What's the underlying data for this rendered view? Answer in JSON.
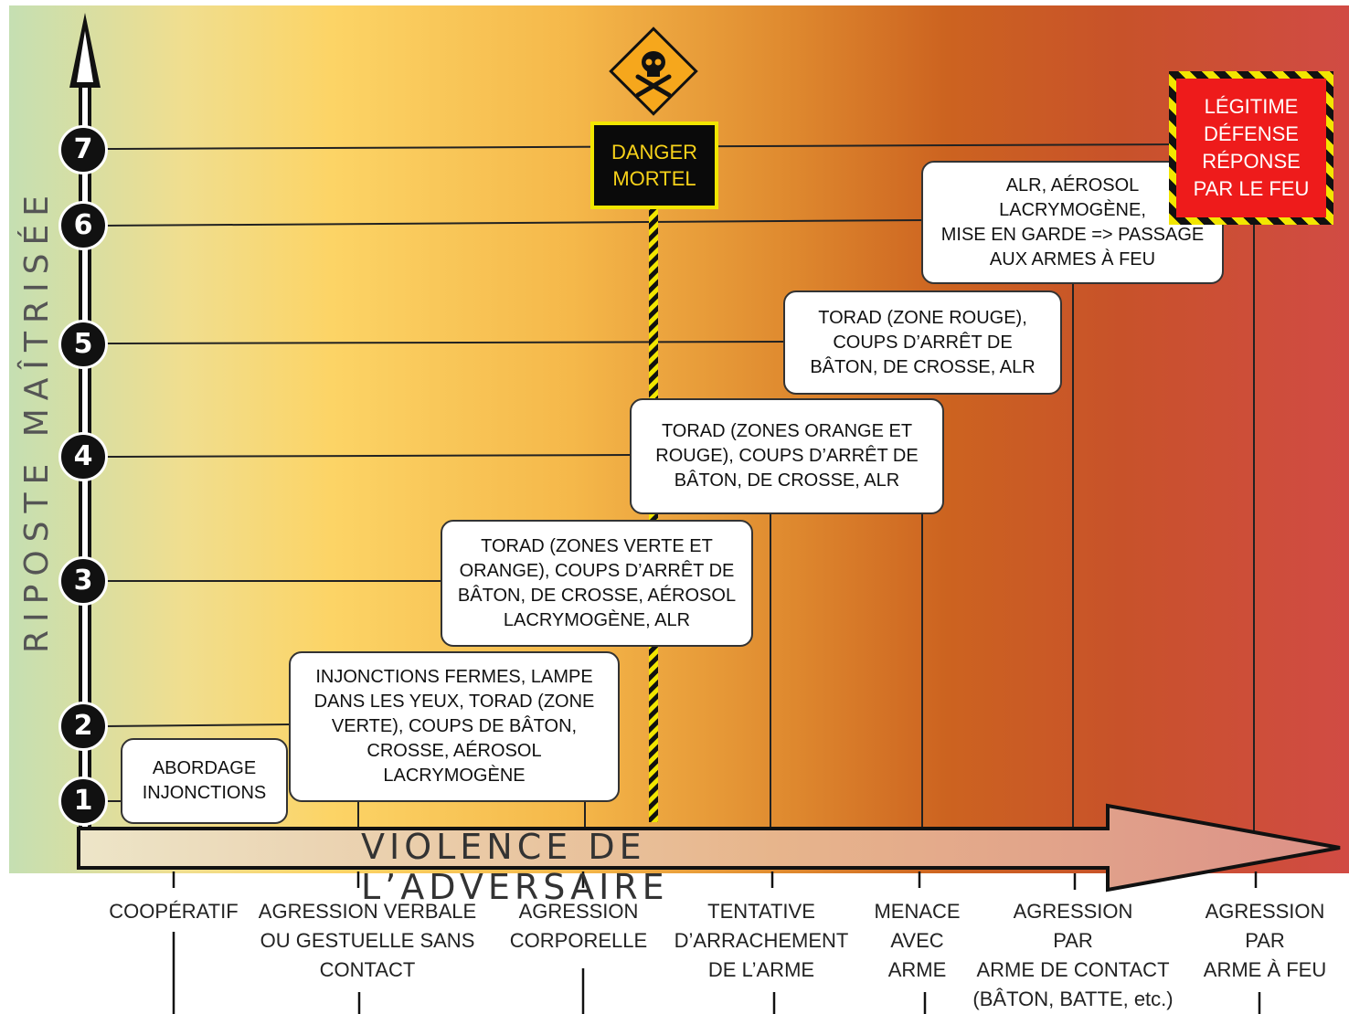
{
  "axes": {
    "y_label": "RIPOSTE MAÎTRISÉE",
    "x_label": "VIOLENCE DE L’ADVERSAIRE"
  },
  "levels": [
    "1",
    "2",
    "3",
    "4",
    "5",
    "6",
    "7"
  ],
  "responses": [
    {
      "level": "1",
      "text": "ABORDAGE\nINJONCTIONS"
    },
    {
      "level": "2",
      "text": "INJONCTIONS FERMES, LAMPE\nDANS LES YEUX, TORAD (ZONE\nVERTE), COUPS DE BÂTON,\nCROSSE, AÉROSOL\nLACRYMOGÈNE"
    },
    {
      "level": "3",
      "text": "TORAD (ZONES VERTE ET\nORANGE), COUPS D’ARRÊT DE\nBÂTON, DE CROSSE, AÉROSOL\nLACRYMOGÈNE, ALR"
    },
    {
      "level": "4",
      "text": "TORAD (ZONES ORANGE ET\nROUGE), COUPS D’ARRÊT DE\nBÂTON, DE CROSSE, ALR"
    },
    {
      "level": "5",
      "text": "TORAD (ZONE ROUGE),\nCOUPS D’ARRÊT DE\nBÂTON, DE CROSSE, ALR"
    },
    {
      "level": "6",
      "text": "ALR, AÉROSOL\nLACRYMOGÈNE,\nMISE EN GARDE => PASSAGE\nAUX ARMES À FEU"
    }
  ],
  "danger": {
    "text": "DANGER\nMORTEL",
    "icon": "skull-crossbones-icon"
  },
  "legitime": {
    "text": "LÉGITIME\nDÉFENSE\nRÉPONSE\nPAR LE FEU"
  },
  "categories": [
    "COOPÉRATIF",
    "AGRESSION VERBALE\nOU GESTUELLE SANS\nCONTACT",
    "AGRESSION\nCORPORELLE",
    "TENTATIVE\nD’ARRACHEMENT\nDE L’ARME",
    "MENACE\nAVEC\nARME",
    "AGRESSION\nPAR\nARME DE CONTACT\n(BÂTON, BATTE, etc.)",
    "AGRESSION\nPAR\nARME À FEU"
  ],
  "colors": {
    "green": "#c5dfb2",
    "yellow": "#fcd466",
    "orange": "#df8a2f",
    "red": "#d14b44",
    "danger_yellow": "#f2e600",
    "legitime_red": "#ee1b1b"
  }
}
